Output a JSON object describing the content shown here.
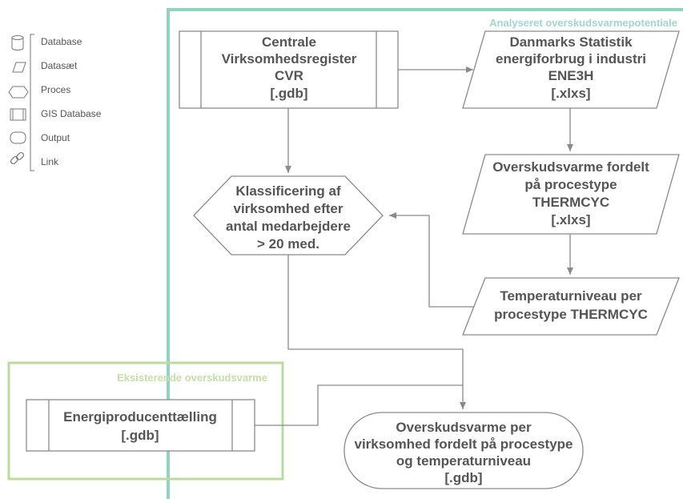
{
  "legend": {
    "items": [
      {
        "icon": "database-icon",
        "label": "Database"
      },
      {
        "icon": "dataset-icon",
        "label": "Datasæt"
      },
      {
        "icon": "process-icon",
        "label": "Proces"
      },
      {
        "icon": "gis-database-icon",
        "label": "GIS Database"
      },
      {
        "icon": "output-icon",
        "label": "Output"
      },
      {
        "icon": "link-icon",
        "label": "Link"
      }
    ]
  },
  "regions": {
    "analyse": {
      "title": "Analyseret overskudsvarmepotentiale",
      "color": "#8fd3c4"
    },
    "existing": {
      "title": "Eksisterende overskudsvarme",
      "color": "#b9dc9b"
    }
  },
  "nodes": {
    "cvr": {
      "lines": [
        "Centrale",
        "Virksomhedsregister",
        "CVR",
        "[.gdb]"
      ]
    },
    "dst": {
      "lines": [
        "Danmarks Statistik",
        "energiforbrug i industri",
        "ENE3H",
        "[.xlxs]"
      ]
    },
    "fordelt": {
      "lines": [
        "Overskudsvarme fordelt",
        "på procestype",
        "THERMCYC",
        "[.xlxs]"
      ]
    },
    "klass": {
      "lines": [
        "Klassificering af",
        "virksomhed efter",
        "antal medarbejdere",
        "> 20 med."
      ]
    },
    "temp": {
      "lines": [
        "Temperaturniveau per",
        "procestype THERMCYC"
      ]
    },
    "energi": {
      "lines": [
        "Energiproducenttælling",
        "[.gdb]"
      ]
    },
    "output": {
      "lines": [
        "Overskudsvarme per",
        "virksomhed fordelt på procestype",
        "og temperaturniveau",
        "[.gdb]"
      ]
    }
  }
}
